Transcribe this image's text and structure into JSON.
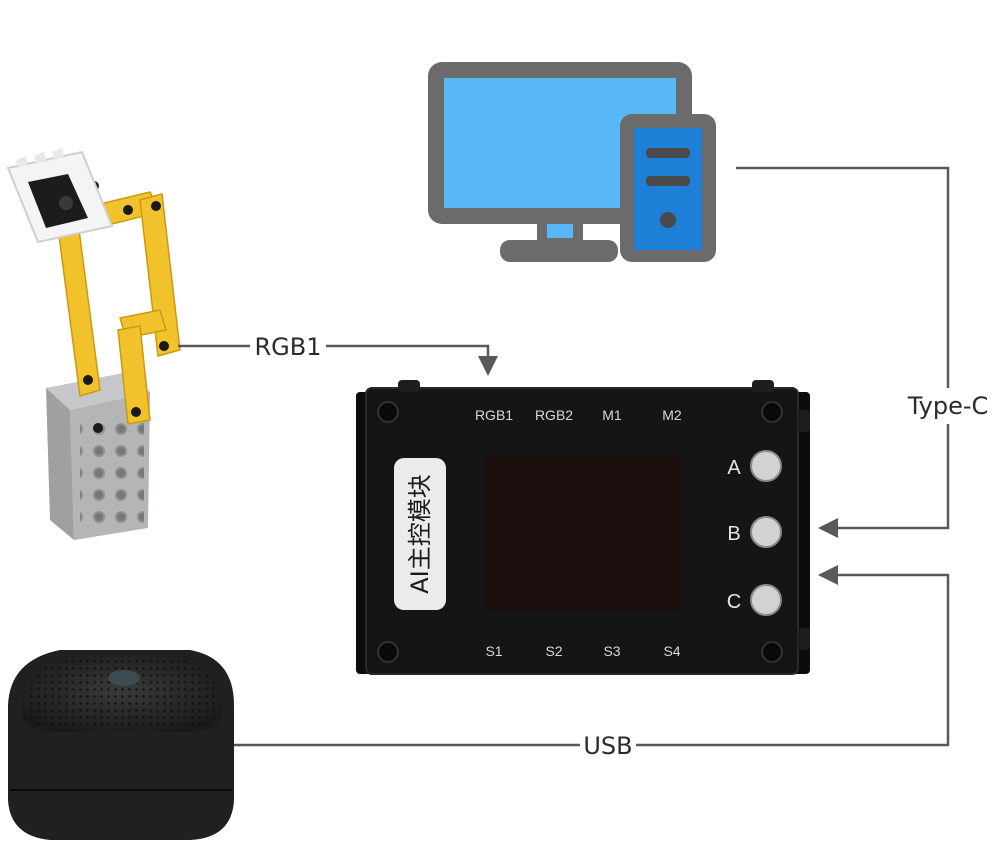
{
  "connections": {
    "rgb1": "RGB1",
    "type_c": "Type-C",
    "usb": "USB"
  },
  "module": {
    "title": "AI主控模块",
    "ports_top": [
      "RGB1",
      "RGB2",
      "M1",
      "M2"
    ],
    "ports_bottom": [
      "S1",
      "S2",
      "S3",
      "S4"
    ],
    "buttons": [
      "A",
      "B",
      "C"
    ]
  },
  "colors": {
    "line": "#595959",
    "monitor_frame": "#6b6b6b",
    "monitor_screen": "#58b8f5",
    "tower_body": "#1e7fd6",
    "module_body": "#151515",
    "arm_yellow": "#f2c22c",
    "speaker_body": "#202020"
  },
  "icons": [
    "computer-icon",
    "camera-arm-icon",
    "speaker-icon",
    "ai-module-icon"
  ]
}
